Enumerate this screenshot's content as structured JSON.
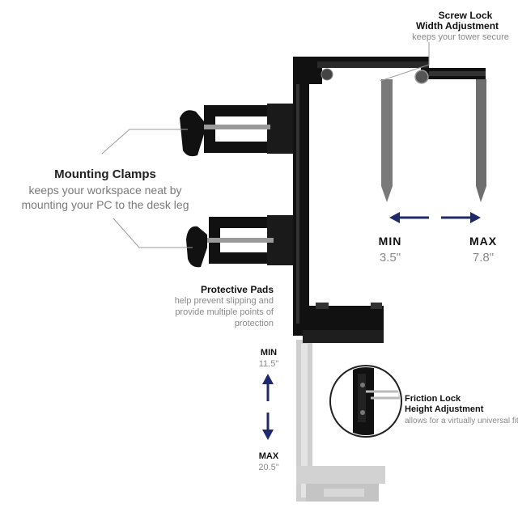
{
  "screw_lock": {
    "title_line1": "Screw Lock",
    "title_line2": "Width Adjustment",
    "desc": "keeps your tower secure"
  },
  "mounting_clamps": {
    "title": "Mounting Clamps",
    "desc_line1": "keeps your workspace neat by",
    "desc_line2": "mounting your PC to the desk leg"
  },
  "width_range": {
    "min_label": "MIN",
    "min_value": "3.5\"",
    "max_label": "MAX",
    "max_value": "7.8\""
  },
  "protective_pads": {
    "title": "Protective Pads",
    "desc_line1": "help prevent slipping and",
    "desc_line2": "provide multiple points of",
    "desc_line3": "protection"
  },
  "height_range": {
    "min_label": "MIN",
    "min_value": "11.5\"",
    "max_label": "MAX",
    "max_value": "20.5\""
  },
  "friction_lock": {
    "title_line1": "Friction Lock",
    "title_line2": "Height Adjustment",
    "desc": "allows for a virtually universal fit"
  },
  "colors": {
    "arrow": "#1f2a6b",
    "bracket": "#111111",
    "ghost": "#c8c8c8",
    "leader": "#9a9a9a"
  }
}
